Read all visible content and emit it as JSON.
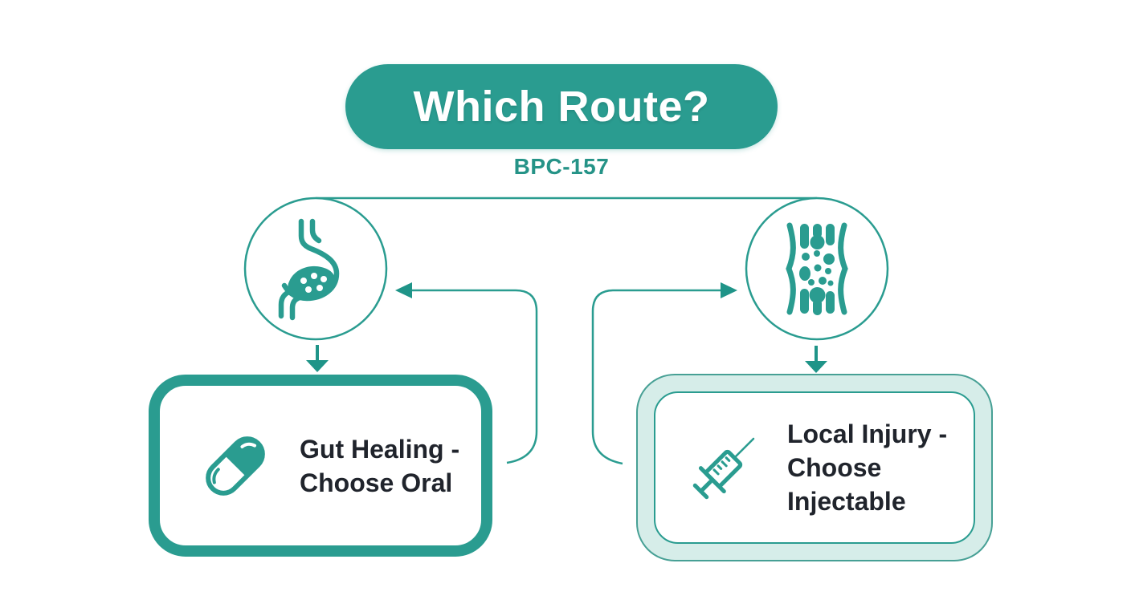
{
  "header": {
    "title": "Which Route?",
    "subtitle": "BPC-157"
  },
  "nodes": [
    {
      "id": "gut",
      "icon": "stomach-icon"
    },
    {
      "id": "injury-site",
      "icon": "muscle-tissue-icon"
    }
  ],
  "cards": {
    "oral": {
      "icon": "capsule-icon",
      "line1": "Gut Healing -",
      "line2": "Choose Oral"
    },
    "injectable": {
      "icon": "syringe-icon",
      "line1": "Local Injury -",
      "line2": "Choose Injectable"
    }
  },
  "colors": {
    "accent": "#2a9c90",
    "subtitle_teal": "#259387",
    "mint_fill": "#d6ede9",
    "mint_stroke": "#47a095",
    "text_dark": "#20242c",
    "background": "#ffffff"
  }
}
